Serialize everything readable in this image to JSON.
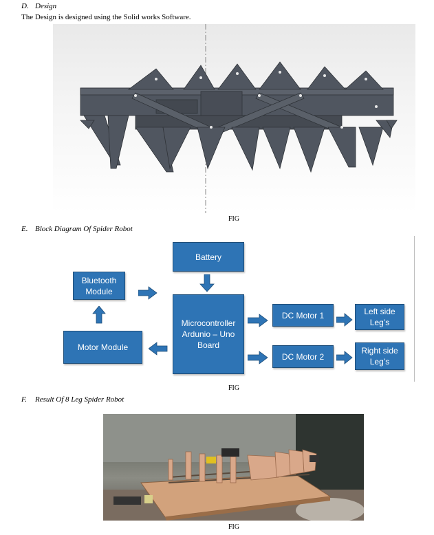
{
  "sections": {
    "design": {
      "number": "D.",
      "title": "Design",
      "text": "The Design is designed using the Solid works Software."
    },
    "block": {
      "number": "E.",
      "title": "Block Diagram Of Spider Robot"
    },
    "result": {
      "number": "F.",
      "title": "Result Of 8 Leg Spider Robot"
    }
  },
  "captions": {
    "fig1": "FIG",
    "fig2": "FIG",
    "fig3": "FIG"
  },
  "blocks": {
    "battery": "Battery",
    "bluetooth": "Bluetooth\nModule",
    "microcontroller": "Microcontroller\nArdunio – Uno\nBoard",
    "motor_module": "Motor Module",
    "dc_motor_1": "DC Motor 1",
    "dc_motor_2": "DC Motor 2",
    "left_legs": "Left side\nLeg’s",
    "right_legs": "Right side\nLeg’s"
  },
  "colors": {
    "block_fill": "#2e74b5",
    "block_border": "#1f4e79",
    "cad_gray": "#4f555e"
  }
}
